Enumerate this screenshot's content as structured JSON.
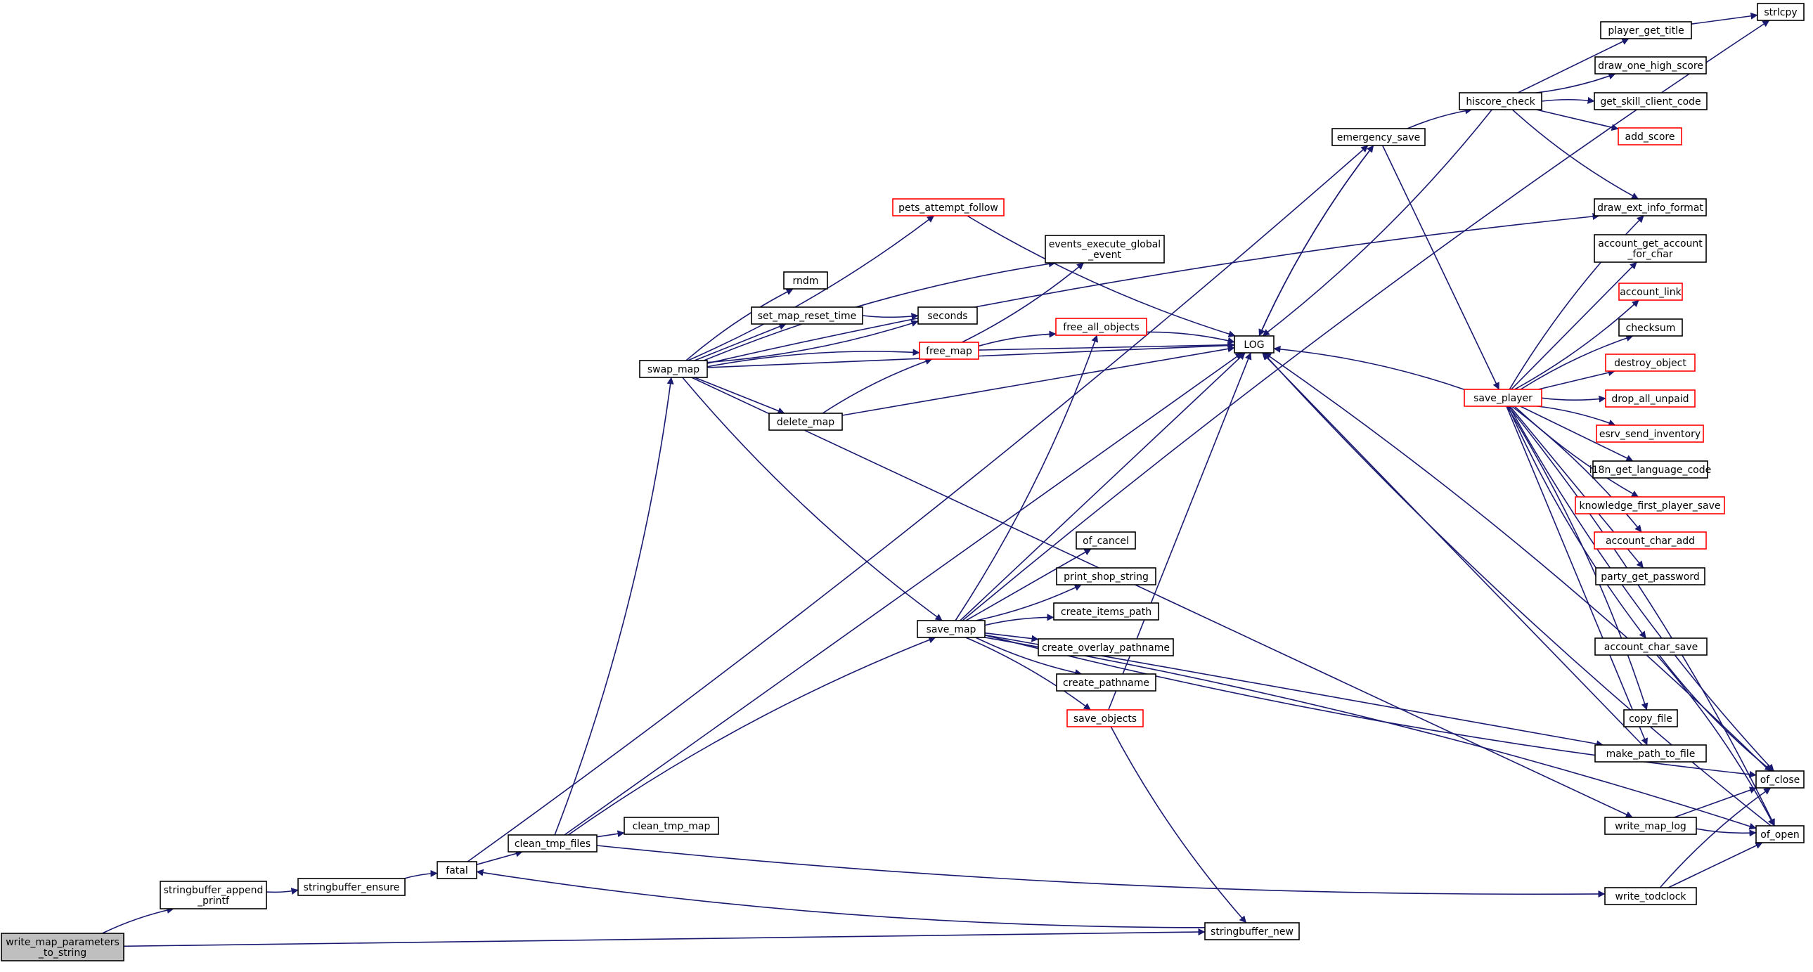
{
  "colors": {
    "edge": "#191970",
    "node_border": "#000000",
    "node_border_red": "#ff0000",
    "root_fill": "#bfbfbf"
  },
  "nodes": [
    {
      "id": "write_map_parameters_to_string",
      "lines": [
        "write_map_parameters",
        "_to_string"
      ],
      "style": "root"
    },
    {
      "id": "stringbuffer_append_printf",
      "lines": [
        "stringbuffer_append",
        "_printf"
      ]
    },
    {
      "id": "stringbuffer_ensure",
      "lines": [
        "stringbuffer_ensure"
      ]
    },
    {
      "id": "fatal",
      "lines": [
        "fatal"
      ]
    },
    {
      "id": "clean_tmp_files",
      "lines": [
        "clean_tmp_files"
      ]
    },
    {
      "id": "clean_tmp_map",
      "lines": [
        "clean_tmp_map"
      ]
    },
    {
      "id": "swap_map",
      "lines": [
        "swap_map"
      ]
    },
    {
      "id": "rndm",
      "lines": [
        "rndm"
      ]
    },
    {
      "id": "set_map_reset_time",
      "lines": [
        "set_map_reset_time"
      ]
    },
    {
      "id": "seconds",
      "lines": [
        "seconds"
      ]
    },
    {
      "id": "free_map",
      "lines": [
        "free_map"
      ],
      "style": "red"
    },
    {
      "id": "delete_map",
      "lines": [
        "delete_map"
      ]
    },
    {
      "id": "pets_attempt_follow",
      "lines": [
        "pets_attempt_follow"
      ],
      "style": "red"
    },
    {
      "id": "events_execute_global_event",
      "lines": [
        "events_execute_global",
        "_event"
      ]
    },
    {
      "id": "free_all_objects",
      "lines": [
        "free_all_objects"
      ],
      "style": "red"
    },
    {
      "id": "save_map",
      "lines": [
        "save_map"
      ]
    },
    {
      "id": "of_cancel",
      "lines": [
        "of_cancel"
      ]
    },
    {
      "id": "print_shop_string",
      "lines": [
        "print_shop_string"
      ]
    },
    {
      "id": "create_items_path",
      "lines": [
        "create_items_path"
      ]
    },
    {
      "id": "create_overlay_pathname",
      "lines": [
        "create_overlay_pathname"
      ]
    },
    {
      "id": "create_pathname",
      "lines": [
        "create_pathname"
      ]
    },
    {
      "id": "save_objects",
      "lines": [
        "save_objects"
      ],
      "style": "red"
    },
    {
      "id": "stringbuffer_new",
      "lines": [
        "stringbuffer_new"
      ]
    },
    {
      "id": "LOG",
      "lines": [
        "LOG"
      ]
    },
    {
      "id": "emergency_save",
      "lines": [
        "emergency_save"
      ]
    },
    {
      "id": "hiscore_check",
      "lines": [
        "hiscore_check"
      ]
    },
    {
      "id": "save_player",
      "lines": [
        "save_player"
      ],
      "style": "red"
    },
    {
      "id": "strlcpy",
      "lines": [
        "strlcpy"
      ]
    },
    {
      "id": "player_get_title",
      "lines": [
        "player_get_title"
      ]
    },
    {
      "id": "draw_one_high_score",
      "lines": [
        "draw_one_high_score"
      ]
    },
    {
      "id": "get_skill_client_code",
      "lines": [
        "get_skill_client_code"
      ]
    },
    {
      "id": "add_score",
      "lines": [
        "add_score"
      ],
      "style": "red"
    },
    {
      "id": "draw_ext_info_format",
      "lines": [
        "draw_ext_info_format"
      ]
    },
    {
      "id": "account_get_account_for_char",
      "lines": [
        "account_get_account",
        "_for_char"
      ]
    },
    {
      "id": "account_link",
      "lines": [
        "account_link"
      ],
      "style": "red"
    },
    {
      "id": "checksum",
      "lines": [
        "checksum"
      ]
    },
    {
      "id": "destroy_object",
      "lines": [
        "destroy_object"
      ],
      "style": "red"
    },
    {
      "id": "drop_all_unpaid",
      "lines": [
        "drop_all_unpaid"
      ],
      "style": "red"
    },
    {
      "id": "esrv_send_inventory",
      "lines": [
        "esrv_send_inventory"
      ],
      "style": "red"
    },
    {
      "id": "i18n_get_language_code",
      "lines": [
        "i18n_get_language_code"
      ]
    },
    {
      "id": "knowledge_first_player_save",
      "lines": [
        "knowledge_first_player_save"
      ],
      "style": "red"
    },
    {
      "id": "account_char_add",
      "lines": [
        "account_char_add"
      ],
      "style": "red"
    },
    {
      "id": "party_get_password",
      "lines": [
        "party_get_password"
      ]
    },
    {
      "id": "account_char_save",
      "lines": [
        "account_char_save"
      ]
    },
    {
      "id": "copy_file",
      "lines": [
        "copy_file"
      ]
    },
    {
      "id": "make_path_to_file",
      "lines": [
        "make_path_to_file"
      ]
    },
    {
      "id": "write_map_log",
      "lines": [
        "write_map_log"
      ]
    },
    {
      "id": "write_todclock",
      "lines": [
        "write_todclock"
      ]
    },
    {
      "id": "of_close",
      "lines": [
        "of_close"
      ]
    },
    {
      "id": "of_open",
      "lines": [
        "of_open"
      ]
    }
  ],
  "edges": [
    [
      "write_map_parameters_to_string",
      "stringbuffer_append_printf"
    ],
    [
      "write_map_parameters_to_string",
      "stringbuffer_new"
    ],
    [
      "stringbuffer_append_printf",
      "stringbuffer_ensure"
    ],
    [
      "stringbuffer_ensure",
      "fatal"
    ],
    [
      "fatal",
      "clean_tmp_files"
    ],
    [
      "fatal",
      "emergency_save"
    ],
    [
      "stringbuffer_new",
      "fatal"
    ],
    [
      "clean_tmp_files",
      "clean_tmp_map"
    ],
    [
      "clean_tmp_files",
      "swap_map"
    ],
    [
      "clean_tmp_files",
      "save_map"
    ],
    [
      "clean_tmp_files",
      "LOG"
    ],
    [
      "clean_tmp_files",
      "write_todclock"
    ],
    [
      "swap_map",
      "rndm"
    ],
    [
      "swap_map",
      "set_map_reset_time"
    ],
    [
      "swap_map",
      "seconds"
    ],
    [
      "swap_map",
      "free_map"
    ],
    [
      "swap_map",
      "delete_map"
    ],
    [
      "swap_map",
      "pets_attempt_follow"
    ],
    [
      "swap_map",
      "events_execute_global_event"
    ],
    [
      "swap_map",
      "LOG"
    ],
    [
      "swap_map",
      "save_map"
    ],
    [
      "swap_map",
      "draw_ext_info_format"
    ],
    [
      "swap_map",
      "write_map_log"
    ],
    [
      "set_map_reset_time",
      "seconds"
    ],
    [
      "free_map",
      "free_all_objects"
    ],
    [
      "free_map",
      "LOG"
    ],
    [
      "free_map",
      "events_execute_global_event"
    ],
    [
      "delete_map",
      "free_map"
    ],
    [
      "delete_map",
      "LOG"
    ],
    [
      "pets_attempt_follow",
      "LOG"
    ],
    [
      "free_all_objects",
      "LOG"
    ],
    [
      "save_map",
      "of_cancel"
    ],
    [
      "save_map",
      "print_shop_string"
    ],
    [
      "save_map",
      "create_items_path"
    ],
    [
      "save_map",
      "create_overlay_pathname"
    ],
    [
      "save_map",
      "create_pathname"
    ],
    [
      "save_map",
      "save_objects"
    ],
    [
      "save_map",
      "LOG"
    ],
    [
      "save_map",
      "free_all_objects"
    ],
    [
      "save_map",
      "strlcpy"
    ],
    [
      "save_map",
      "make_path_to_file"
    ],
    [
      "save_map",
      "of_close"
    ],
    [
      "save_map",
      "of_open"
    ],
    [
      "save_objects",
      "LOG"
    ],
    [
      "save_objects",
      "stringbuffer_new"
    ],
    [
      "emergency_save",
      "hiscore_check"
    ],
    [
      "emergency_save",
      "save_player"
    ],
    [
      "emergency_save",
      "LOG"
    ],
    [
      "LOG",
      "emergency_save"
    ],
    [
      "hiscore_check",
      "player_get_title"
    ],
    [
      "hiscore_check",
      "draw_one_high_score"
    ],
    [
      "hiscore_check",
      "get_skill_client_code"
    ],
    [
      "hiscore_check",
      "add_score"
    ],
    [
      "hiscore_check",
      "draw_ext_info_format"
    ],
    [
      "hiscore_check",
      "LOG"
    ],
    [
      "player_get_title",
      "strlcpy"
    ],
    [
      "save_player",
      "LOG"
    ],
    [
      "save_player",
      "draw_ext_info_format"
    ],
    [
      "save_player",
      "account_get_account_for_char"
    ],
    [
      "save_player",
      "account_link"
    ],
    [
      "save_player",
      "checksum"
    ],
    [
      "save_player",
      "destroy_object"
    ],
    [
      "save_player",
      "drop_all_unpaid"
    ],
    [
      "save_player",
      "esrv_send_inventory"
    ],
    [
      "save_player",
      "i18n_get_language_code"
    ],
    [
      "save_player",
      "knowledge_first_player_save"
    ],
    [
      "save_player",
      "account_char_add"
    ],
    [
      "save_player",
      "party_get_password"
    ],
    [
      "save_player",
      "account_char_save"
    ],
    [
      "save_player",
      "copy_file"
    ],
    [
      "save_player",
      "make_path_to_file"
    ],
    [
      "save_player",
      "of_close"
    ],
    [
      "save_player",
      "of_open"
    ],
    [
      "make_path_to_file",
      "LOG"
    ],
    [
      "account_char_save",
      "of_close"
    ],
    [
      "account_char_save",
      "of_open"
    ],
    [
      "write_map_log",
      "of_close"
    ],
    [
      "write_map_log",
      "of_open"
    ],
    [
      "write_todclock",
      "of_close"
    ],
    [
      "write_todclock",
      "of_open"
    ],
    [
      "of_close",
      "LOG"
    ],
    [
      "of_open",
      "LOG"
    ]
  ]
}
